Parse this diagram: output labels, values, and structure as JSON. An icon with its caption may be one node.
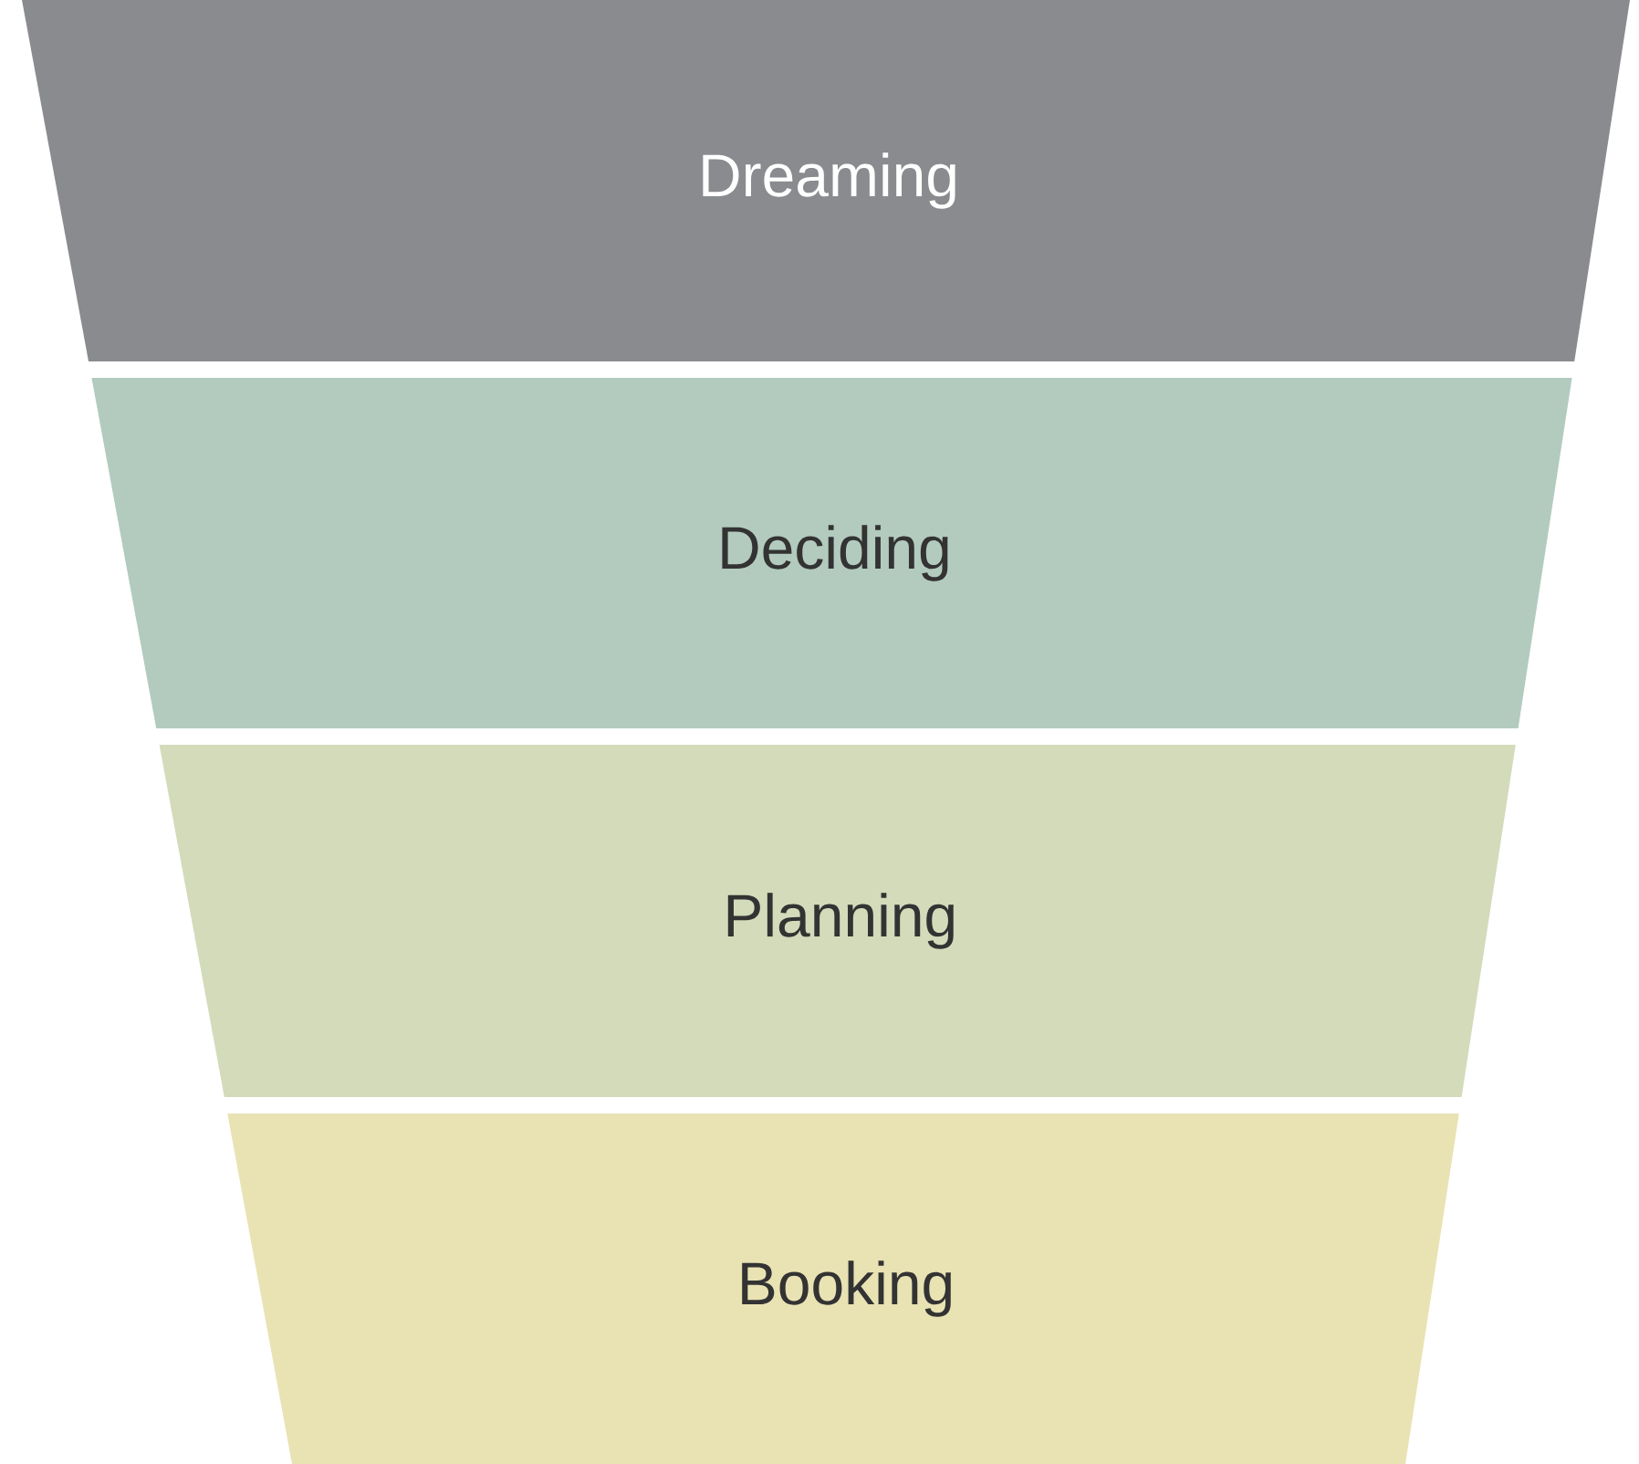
{
  "diagram": {
    "nodes": [
      {
        "text": [
          "Dreaming"
        ]
      },
      {
        "text": [
          "Deciding"
        ]
      },
      {
        "text": [
          "Planning"
        ]
      },
      {
        "text": [
          "Booking"
        ]
      }
    ]
  }
}
